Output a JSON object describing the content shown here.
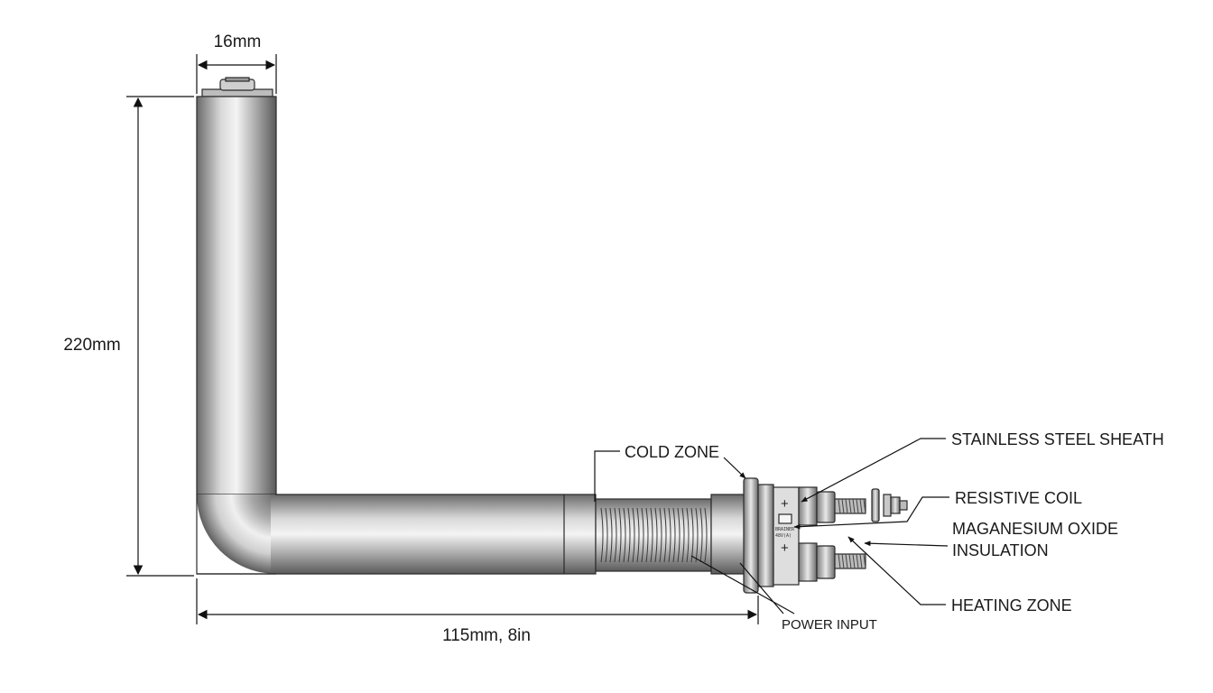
{
  "dimensions": {
    "width_diameter": "16mm",
    "height": "220mm",
    "length": "115mm, 8in"
  },
  "callouts": {
    "cold_zone": "COLD ZONE",
    "sheath": "STAINLESS STEEL SHEATH",
    "coil": "RESISTIVE COIL",
    "insulation_line1": "MAGANESIUM OXIDE",
    "insulation_line2": "INSULATION",
    "heating_zone": "HEATING ZONE",
    "power_input": "POWER INPUT"
  },
  "terminal": {
    "plus_top": "+",
    "plus_bottom": "+",
    "label_line1": "BRAINER",
    "label_line2": "48V(A)"
  },
  "colors": {
    "metal_dark": "#5e5e5e",
    "metal_light": "#f4f4f4",
    "outline": "#2a2a2a"
  }
}
